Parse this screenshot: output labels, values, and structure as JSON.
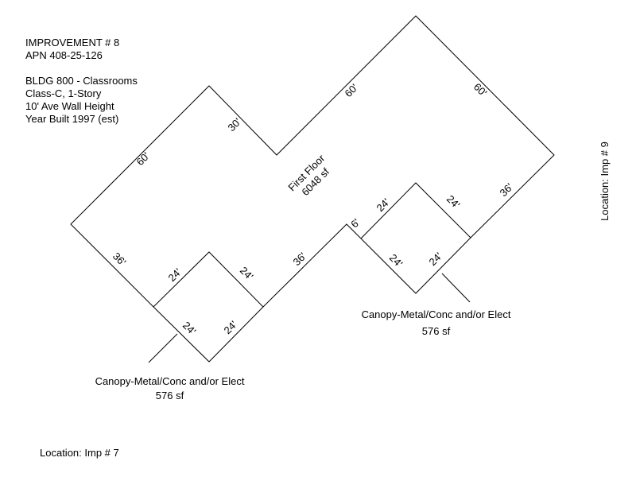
{
  "improvement": {
    "title": "IMPROVEMENT # 8",
    "apn": "APN 408-25-126",
    "building": "BLDG 800 - Classrooms",
    "class": "Class-C, 1-Story",
    "wall_height": "10' Ave Wall Height",
    "year_built": "Year Built 1997 (est)"
  },
  "main_area": {
    "name": "First Floor",
    "area": "6048 sf"
  },
  "canopy_left": {
    "name": "Canopy-Metal/Conc and/or Elect",
    "area": "576 sf"
  },
  "canopy_right": {
    "name": "Canopy-Metal/Conc and/or Elect",
    "area": "576 sf"
  },
  "location_right": "Location: Imp # 9",
  "location_bottom": "Location: Imp # 7",
  "dimensions": {
    "main_top_left": "60'",
    "main_notch_down": "30'",
    "main_top_mid": "60'",
    "main_top_right": "60'",
    "main_right_lower": "36'",
    "main_notch": "6'",
    "main_bottom_mid": "36'",
    "main_left_lower": "36'",
    "canopy_left_nw": "24'",
    "canopy_left_ne": "24'",
    "canopy_left_sw": "24'",
    "canopy_left_se": "24'",
    "canopy_right_nw": "24'",
    "canopy_right_ne": "24'",
    "canopy_right_sw": "24'",
    "canopy_right_se": "24'"
  }
}
